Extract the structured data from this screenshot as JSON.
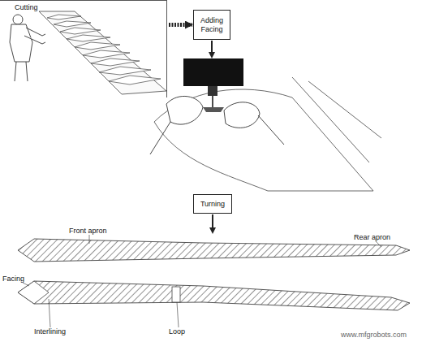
{
  "diagram": {
    "nodes": [
      {
        "text": [
          "Cutting"
        ]
      },
      {
        "text": [
          "Adding Facing"
        ]
      },
      {
        "text": [
          "Turning"
        ]
      }
    ],
    "edges": [
      {
        "from": 0,
        "to": 1,
        "arrow": "to"
      }
    ],
    "labels": [
      "Front apron",
      "Rear apron",
      "Facing",
      "Interlining",
      "Loop",
      "www.mfgrobots.com"
    ]
  }
}
